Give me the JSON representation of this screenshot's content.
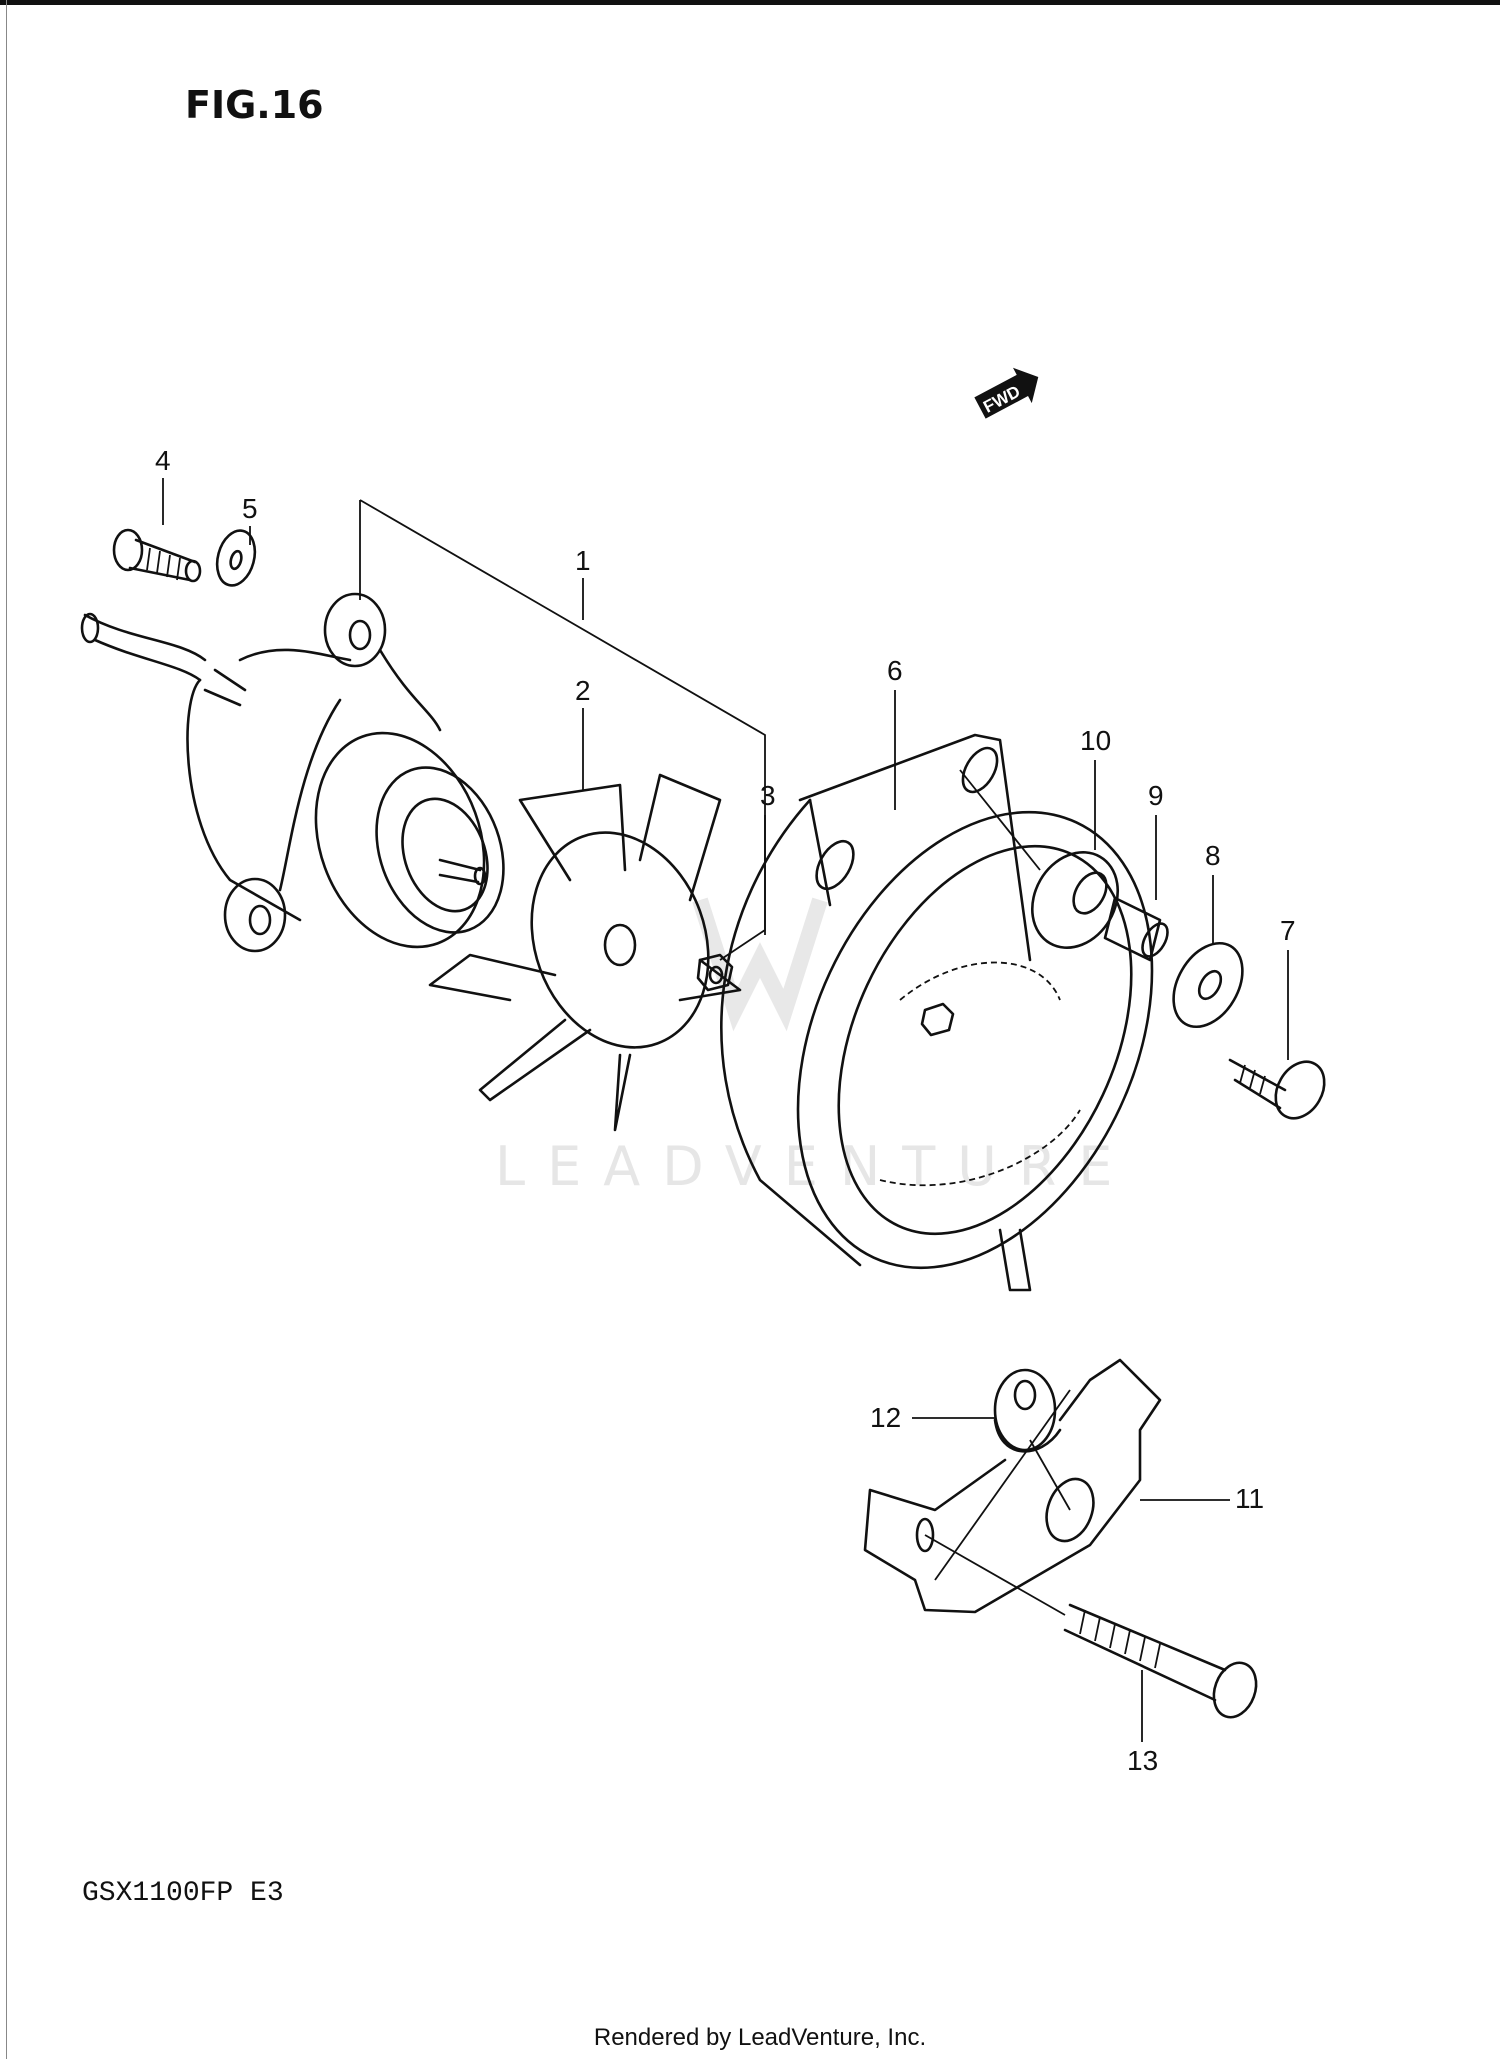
{
  "figure": {
    "title": "FIG.16",
    "model": "GSX1100FP  E3"
  },
  "direction_badge": "FWD",
  "callouts": [
    "1",
    "2",
    "3",
    "4",
    "5",
    "6",
    "7",
    "8",
    "9",
    "10",
    "11",
    "12",
    "13"
  ],
  "watermark": "LEADVENTURE",
  "footer": "Rendered by LeadVenture, Inc.",
  "colors": {
    "line": "#111111",
    "watermark": "#e6e6e6"
  }
}
